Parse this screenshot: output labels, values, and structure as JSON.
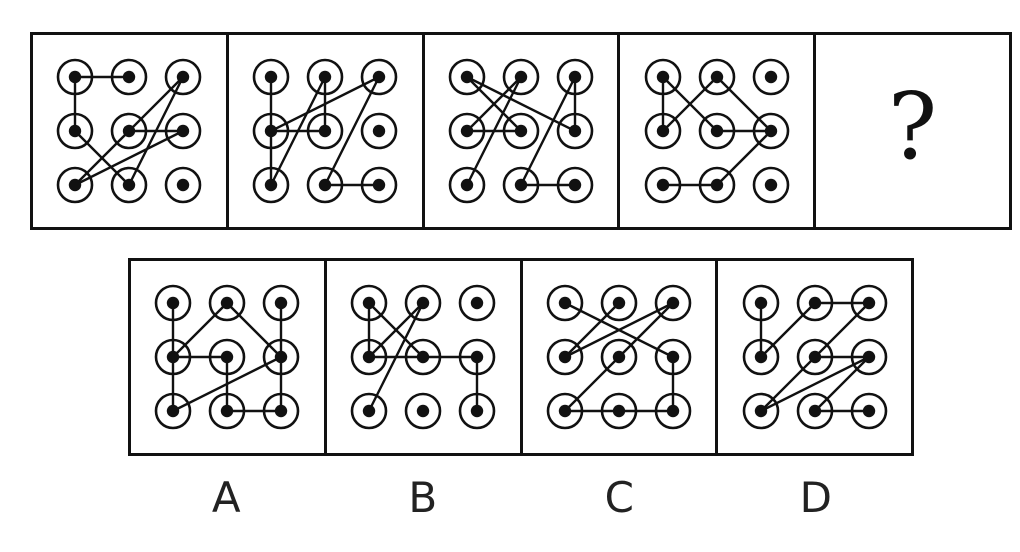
{
  "question_mark": "?",
  "option_labels": [
    "A",
    "B",
    "C",
    "D"
  ],
  "grid": {
    "rows": 3,
    "cols": 3
  },
  "colors": {
    "stroke": "#111111",
    "background": "#ffffff"
  },
  "sequence": [
    {
      "segments": [
        [
          1,
          2
        ],
        [
          1,
          4
        ],
        [
          4,
          8
        ],
        [
          8,
          3
        ],
        [
          3,
          7
        ],
        [
          7,
          6
        ],
        [
          6,
          5
        ]
      ]
    },
    {
      "segments": [
        [
          1,
          7
        ],
        [
          7,
          2
        ],
        [
          2,
          5
        ],
        [
          5,
          4
        ],
        [
          4,
          3
        ],
        [
          3,
          8
        ],
        [
          8,
          9
        ]
      ]
    },
    {
      "segments": [
        [
          1,
          6
        ],
        [
          6,
          3
        ],
        [
          3,
          8
        ],
        [
          8,
          9
        ],
        [
          1,
          5
        ],
        [
          5,
          4
        ],
        [
          4,
          2
        ],
        [
          2,
          7
        ]
      ]
    },
    {
      "segments": [
        [
          1,
          4
        ],
        [
          4,
          2
        ],
        [
          2,
          6
        ],
        [
          6,
          5
        ],
        [
          5,
          1
        ],
        [
          6,
          8
        ],
        [
          8,
          7
        ]
      ]
    }
  ],
  "options": [
    {
      "label": "A",
      "segments": [
        [
          1,
          7
        ],
        [
          7,
          6
        ],
        [
          6,
          2
        ],
        [
          2,
          4
        ],
        [
          4,
          5
        ],
        [
          5,
          8
        ],
        [
          8,
          9
        ],
        [
          9,
          3
        ]
      ]
    },
    {
      "label": "B",
      "segments": [
        [
          1,
          4
        ],
        [
          4,
          2
        ],
        [
          2,
          7
        ],
        [
          4,
          5
        ],
        [
          5,
          6
        ],
        [
          6,
          9
        ],
        [
          1,
          5
        ]
      ]
    },
    {
      "label": "C",
      "segments": [
        [
          1,
          6
        ],
        [
          6,
          9
        ],
        [
          9,
          8
        ],
        [
          8,
          7
        ],
        [
          7,
          3
        ],
        [
          3,
          4
        ],
        [
          4,
          2
        ]
      ]
    },
    {
      "label": "D",
      "segments": [
        [
          1,
          4
        ],
        [
          4,
          2
        ],
        [
          2,
          3
        ],
        [
          3,
          7
        ],
        [
          7,
          6
        ],
        [
          6,
          8
        ],
        [
          8,
          9
        ],
        [
          5,
          6
        ]
      ]
    }
  ]
}
